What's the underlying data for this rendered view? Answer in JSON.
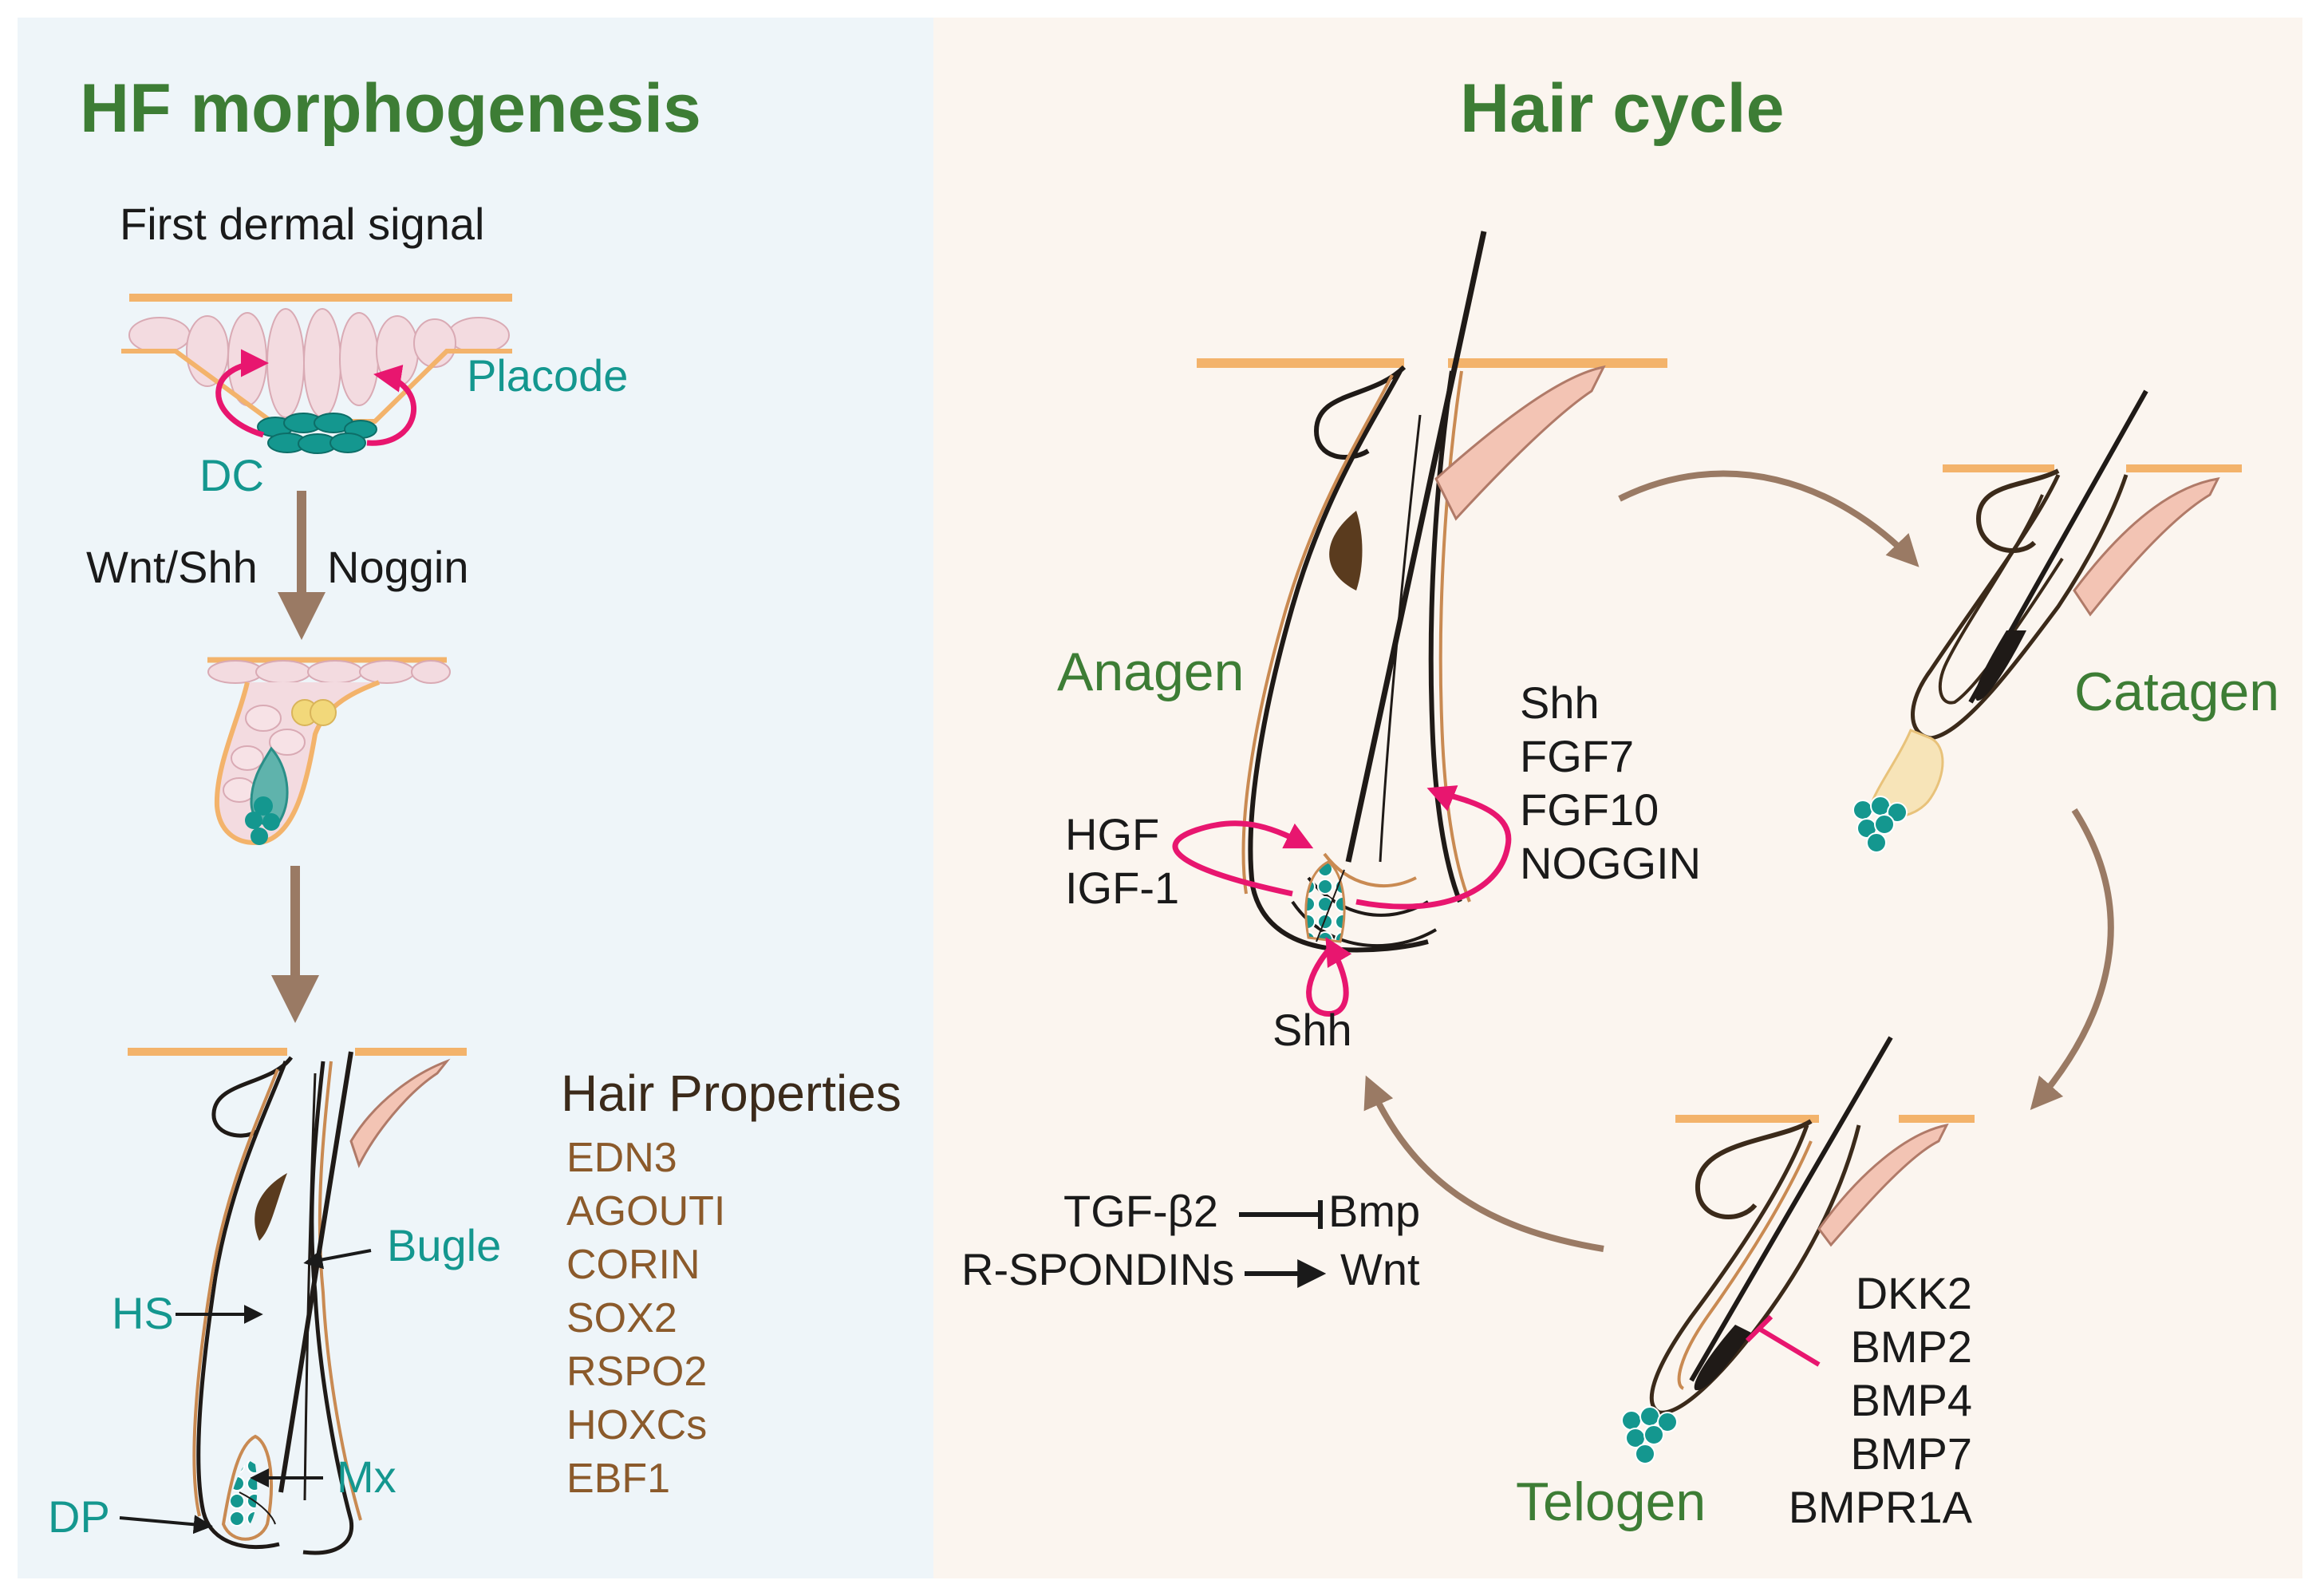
{
  "colors": {
    "left_panel_bg": "#eef5f9",
    "right_panel_bg": "#fbf5ef",
    "title_green": "#3d7d35",
    "teal": "#14978f",
    "magenta": "#e8166f",
    "arrow_brown": "#9a7a64",
    "property_brown": "#8b5a2b",
    "skin_orange": "#f3b36b"
  },
  "left_panel": {
    "title": "HF morphogenesis",
    "first_signal": "First dermal signal",
    "placode_label": "Placode",
    "dc_label": "DC",
    "signal_left": "Wnt/Shh",
    "signal_right": "Noggin",
    "bugle_label": "Bugle",
    "hs_label": "HS",
    "mx_label": "Mx",
    "dp_label": "DP",
    "properties_title": "Hair Properties",
    "properties": [
      "EDN3",
      "AGOUTI",
      "CORIN",
      "SOX2",
      "RSPO2",
      "HOXCs",
      "EBF1"
    ]
  },
  "right_panel": {
    "title": "Hair cycle",
    "anagen": "Anagen",
    "catagen": "Catagen",
    "telogen": "Telogen",
    "anagen_left_factors": [
      "HGF",
      "IGF-1"
    ],
    "anagen_right_factors": [
      "Shh",
      "FGF7",
      "FGF10",
      "NOGGIN"
    ],
    "anagen_bottom": "Shh",
    "tgf": "TGF-β2",
    "bmp": "Bmp",
    "rspondin": "R-SPONDINs",
    "wnt": "Wnt",
    "telogen_factors": [
      "DKK2",
      "BMP2",
      "BMP4",
      "BMP7",
      "BMPR1A"
    ]
  }
}
